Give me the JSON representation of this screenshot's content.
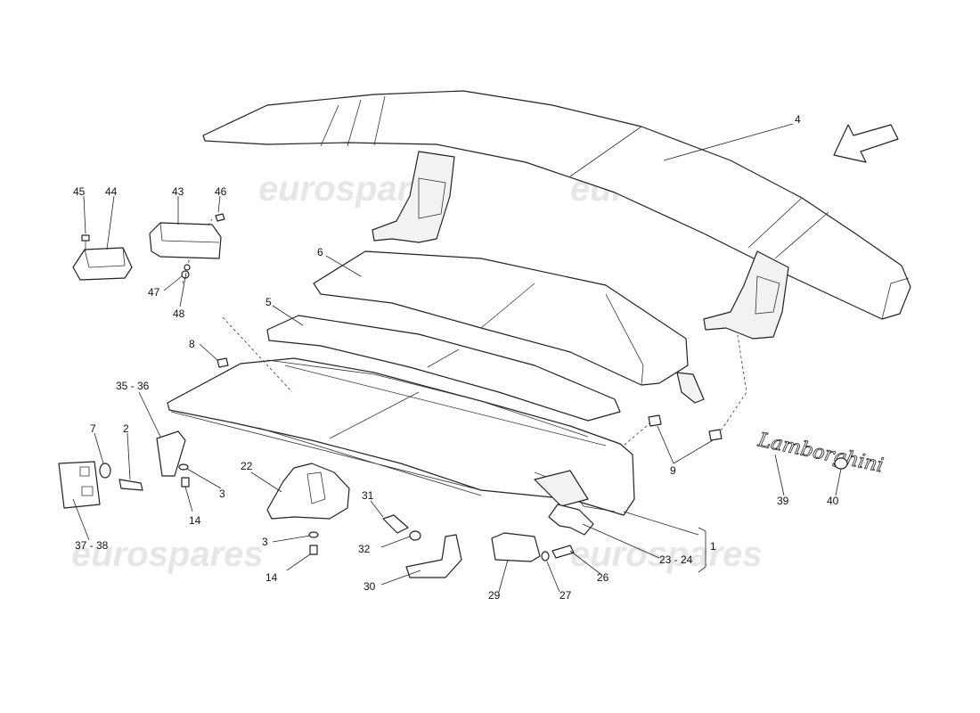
{
  "watermark": {
    "text": "eurospares"
  },
  "callouts": [
    {
      "id": "c4",
      "text": "4"
    },
    {
      "id": "c45",
      "text": "45"
    },
    {
      "id": "c44",
      "text": "44"
    },
    {
      "id": "c43",
      "text": "43"
    },
    {
      "id": "c46",
      "text": "46"
    },
    {
      "id": "c47",
      "text": "47"
    },
    {
      "id": "c48",
      "text": "48"
    },
    {
      "id": "c6",
      "text": "6"
    },
    {
      "id": "c5",
      "text": "5"
    },
    {
      "id": "c8",
      "text": "8"
    },
    {
      "id": "c3536",
      "text": "35 - 36"
    },
    {
      "id": "c7",
      "text": "7"
    },
    {
      "id": "c2",
      "text": "2"
    },
    {
      "id": "c3a",
      "text": "3"
    },
    {
      "id": "c14a",
      "text": "14"
    },
    {
      "id": "c3738",
      "text": "37 - 38"
    },
    {
      "id": "c22",
      "text": "22"
    },
    {
      "id": "c3b",
      "text": "3"
    },
    {
      "id": "c14b",
      "text": "14"
    },
    {
      "id": "c31",
      "text": "31"
    },
    {
      "id": "c32",
      "text": "32"
    },
    {
      "id": "c30",
      "text": "30"
    },
    {
      "id": "c9",
      "text": "9"
    },
    {
      "id": "c39",
      "text": "39"
    },
    {
      "id": "c40",
      "text": "40"
    },
    {
      "id": "c1",
      "text": "1"
    },
    {
      "id": "c2324",
      "text": "23 - 24"
    },
    {
      "id": "c26",
      "text": "26"
    },
    {
      "id": "c27",
      "text": "27"
    },
    {
      "id": "c29",
      "text": "29"
    }
  ],
  "badge": {
    "script_text": "Lamborghini"
  },
  "direction_arrow": {
    "icon": "direction-arrow-icon"
  }
}
